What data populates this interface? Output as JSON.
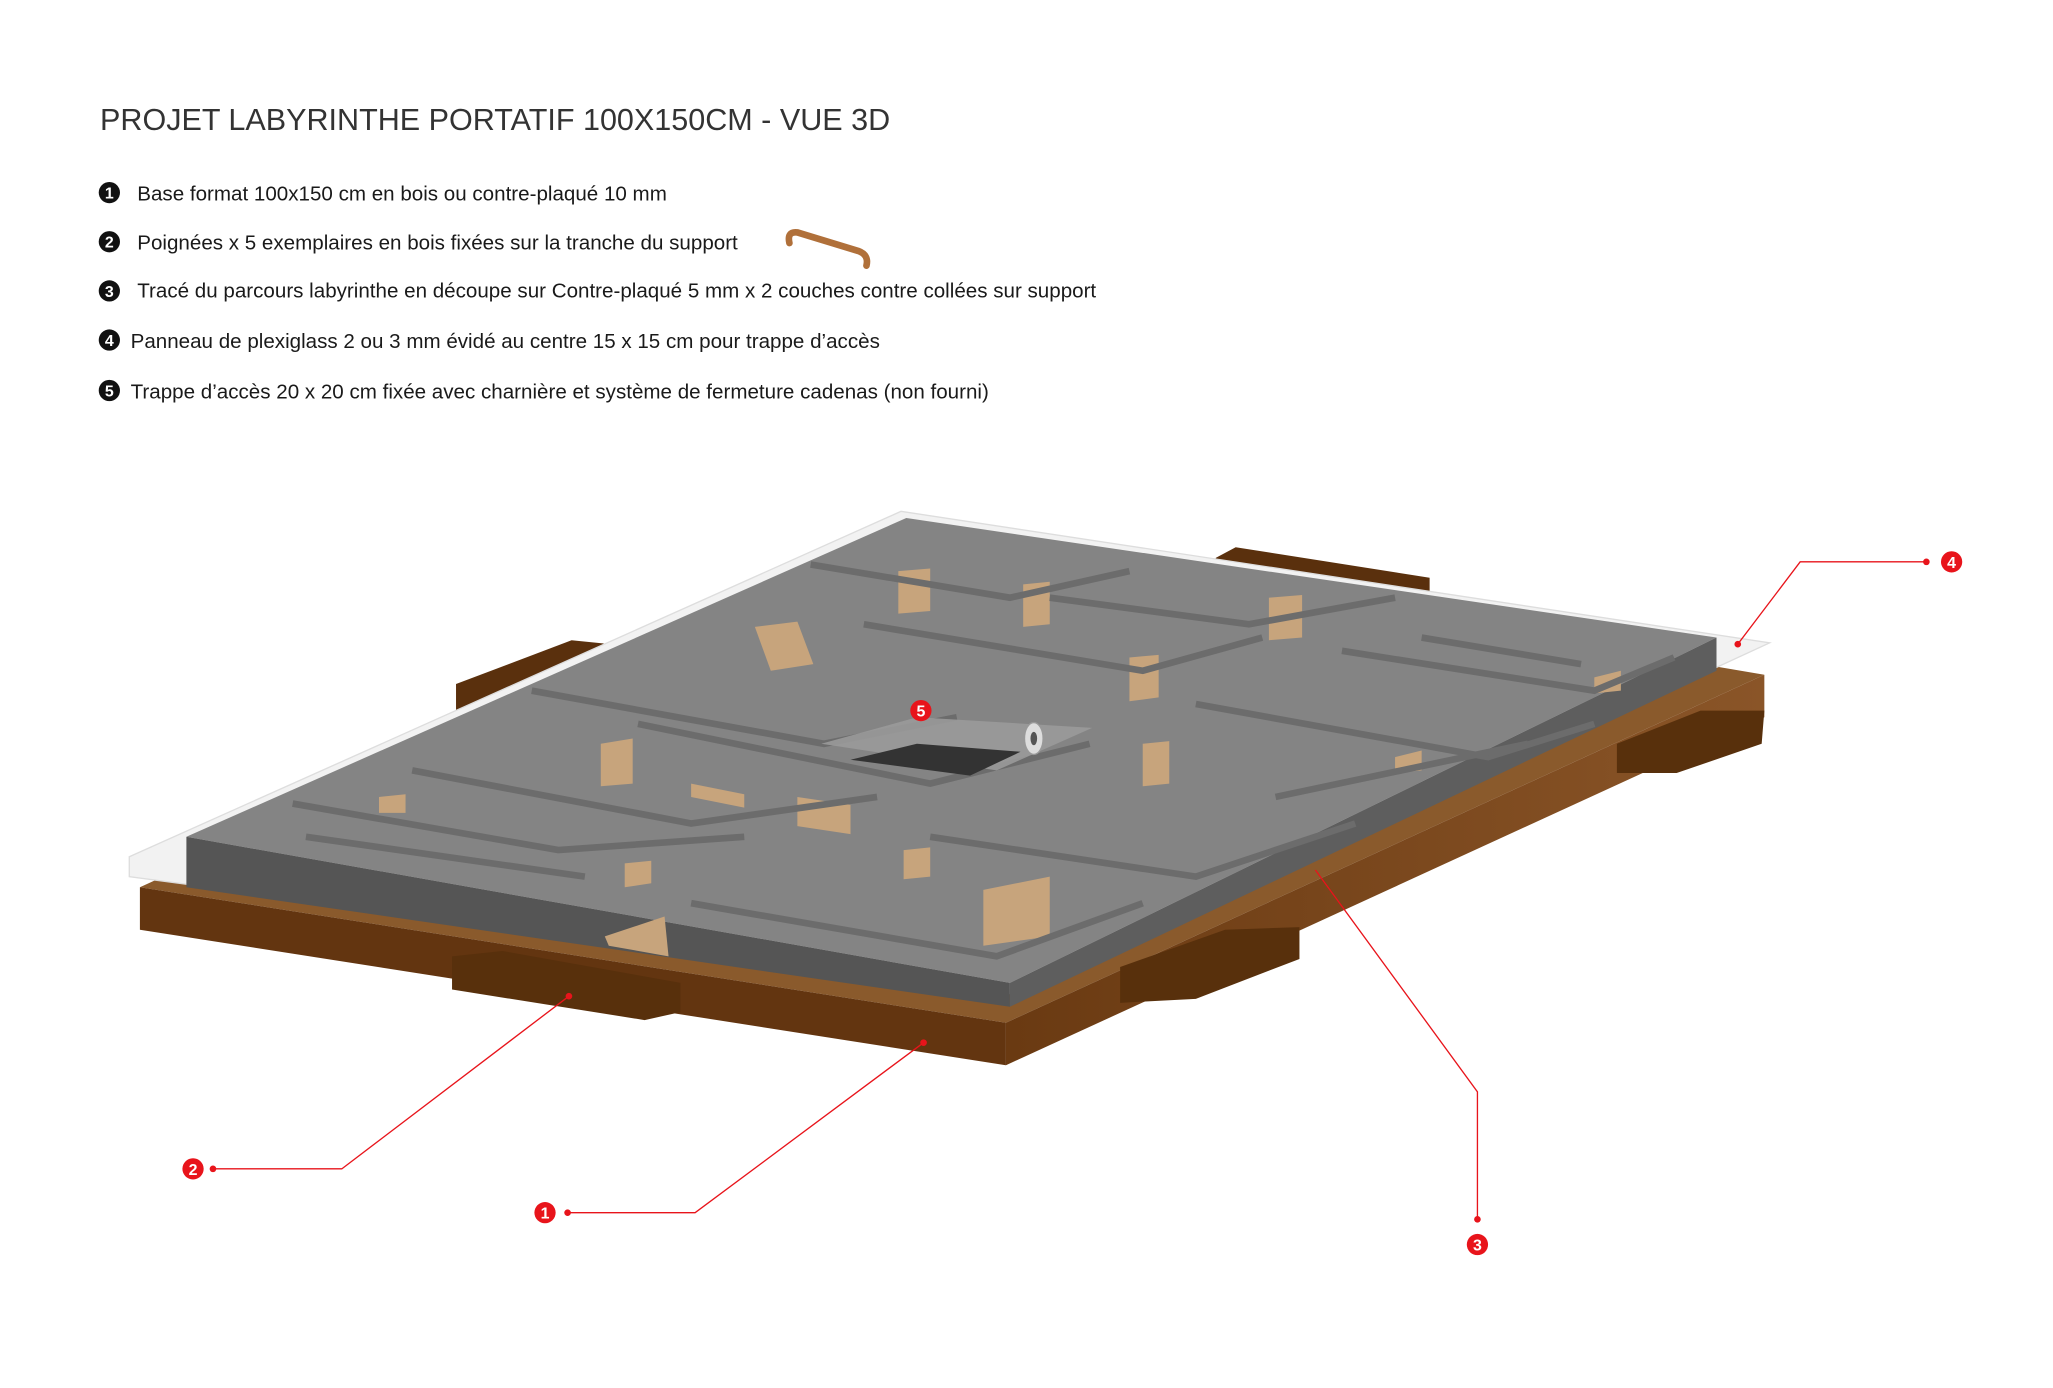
{
  "title": "PROJET LABYRINTHE PORTATIF 100X150CM - VUE 3D",
  "legend": [
    {
      "num": "1",
      "text": "Base format 100x150 cm en bois ou contre-plaqué 10 mm"
    },
    {
      "num": "2",
      "text": "Poignées x 5 exemplaires en bois fixées sur la tranche du support"
    },
    {
      "num": "3",
      "text": "Tracé du parcours labyrinthe en découpe sur Contre-plaqué 5 mm x 2 couches contre collées sur support"
    },
    {
      "num": "4",
      "text": "Panneau de plexiglass 2 ou 3 mm évidé au centre 15 x 15 cm pour trappe d’accès"
    },
    {
      "num": "5",
      "text": "Trappe d’accès 20 x 20 cm fixée avec charnière et système de fermeture cadenas (non fourni)"
    }
  ],
  "callouts": {
    "c1": "1",
    "c2": "2",
    "c3": "3",
    "c4": "4",
    "c5": "5"
  },
  "colors": {
    "callout": "#e8141b",
    "wood": "#6b3a12",
    "maze": "#7d7d7d",
    "gap": "#c7a47c"
  }
}
